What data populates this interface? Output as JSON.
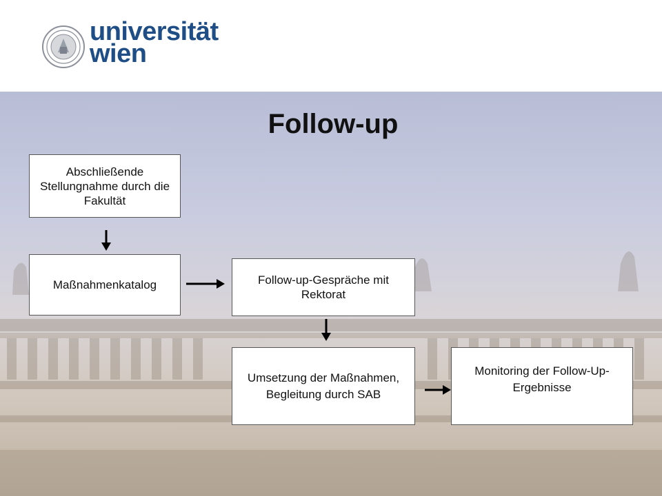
{
  "logo": {
    "line1": "universität",
    "line2": "wien"
  },
  "title": "Follow-up",
  "boxes": {
    "stellungnahme": "Abschließende Stellungnahme durch die Fakultät",
    "massnahmenkatalog": "Maßnahmenkatalog",
    "gespraeche": "Follow-up-Gespräche mit Rektorat",
    "umsetzung": "Umsetzung der Maßnahmen, Begleitung durch SAB",
    "monitoring": "Monitoring der Follow-Up-Ergebnisse"
  },
  "colors": {
    "brand": "#1f4e86",
    "box_border": "#555555",
    "arrow": "#000000"
  }
}
